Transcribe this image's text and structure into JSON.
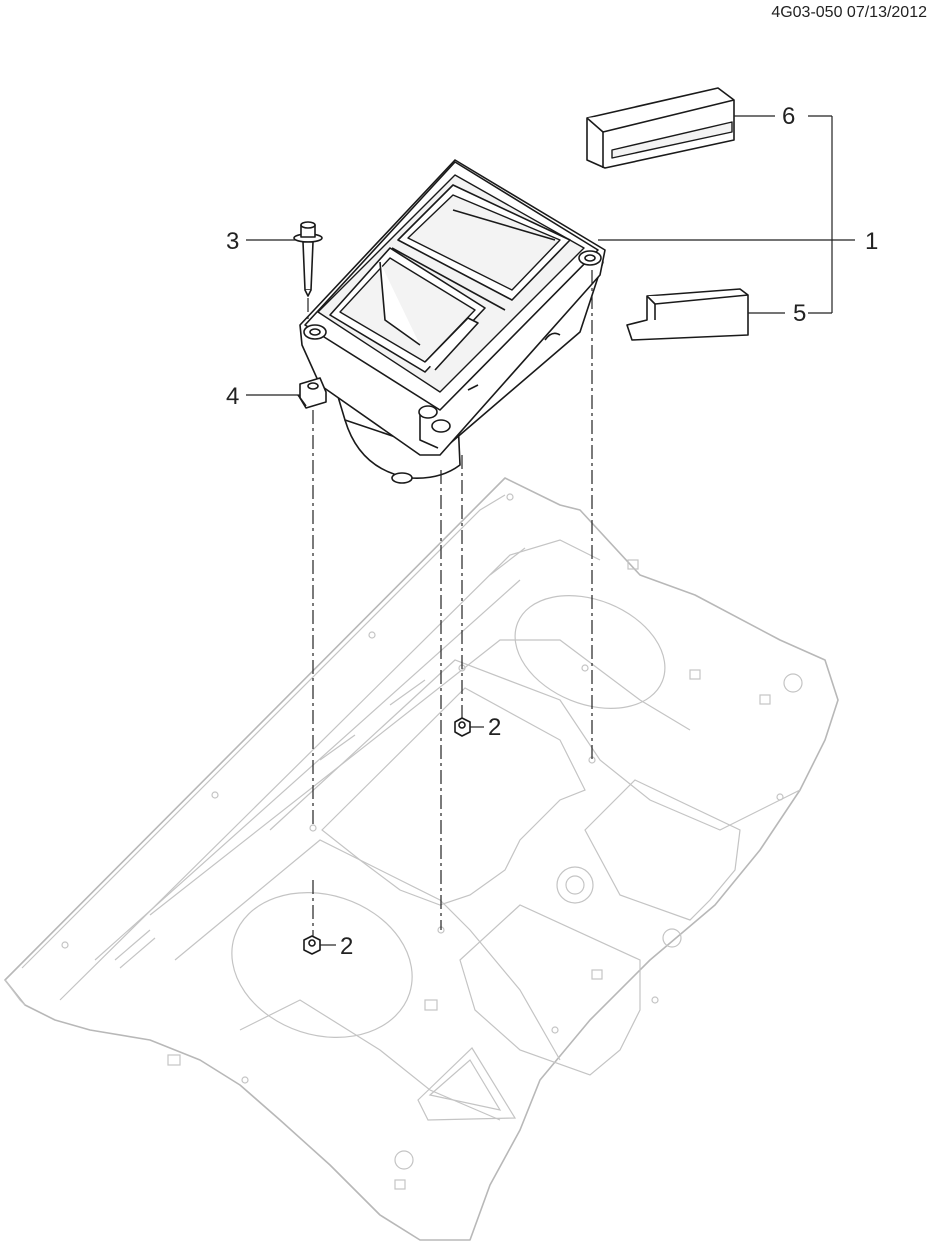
{
  "header": {
    "doc_id": "4G03-050 07/13/2012"
  },
  "callouts": [
    {
      "id": "c1",
      "label": "1",
      "part": "console-box"
    },
    {
      "id": "c2a",
      "label": "2",
      "part": "nut"
    },
    {
      "id": "c2b",
      "label": "2",
      "part": "nut"
    },
    {
      "id": "c3",
      "label": "3",
      "part": "bolt"
    },
    {
      "id": "c4",
      "label": "4",
      "part": "clip-nut"
    },
    {
      "id": "c5",
      "label": "5",
      "part": "pad"
    },
    {
      "id": "c6",
      "label": "6",
      "part": "pad"
    }
  ],
  "colors": {
    "line": "#1a1a1a",
    "floor": "#b8b8b8"
  }
}
